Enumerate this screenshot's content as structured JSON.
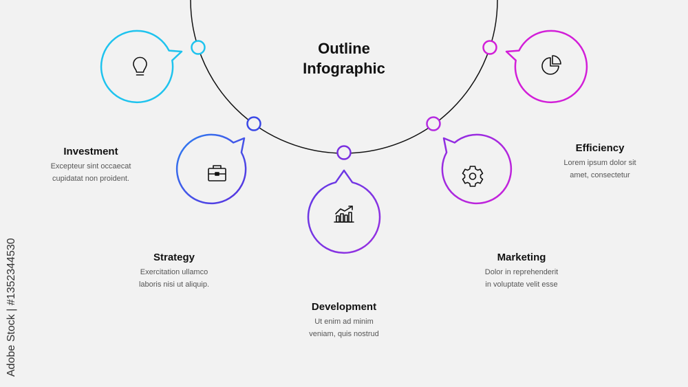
{
  "title_line1": "Outline",
  "title_line2": "Infographic",
  "items": [
    {
      "title": "Investment",
      "line1": "Excepteur sint occaecat",
      "line2": "cupidatat non proident.",
      "icon": "lightbulb-icon",
      "color": "#1ec3ee"
    },
    {
      "title": "Strategy",
      "line1": "Exercitation ullamco",
      "line2": "laboris nisi ut aliquip.",
      "icon": "briefcase-icon",
      "color": "#3a48e6"
    },
    {
      "title": "Development",
      "line1": "Ut enim ad minim",
      "line2": "veniam, quis nostrud",
      "icon": "growth-chart-icon",
      "color": "#7a2fe0"
    },
    {
      "title": "Marketing",
      "line1": "Dolor in reprehenderit",
      "line2": "in voluptate velit esse",
      "icon": "gear-icon",
      "color": "#b42ae0"
    },
    {
      "title": "Efficiency",
      "line1": "Lorem ipsum dolor sit",
      "line2": "amet, consectetur",
      "icon": "pie-chart-icon",
      "color": "#d21ed8"
    }
  ],
  "watermark": "Adobe Stock | #1352344530"
}
